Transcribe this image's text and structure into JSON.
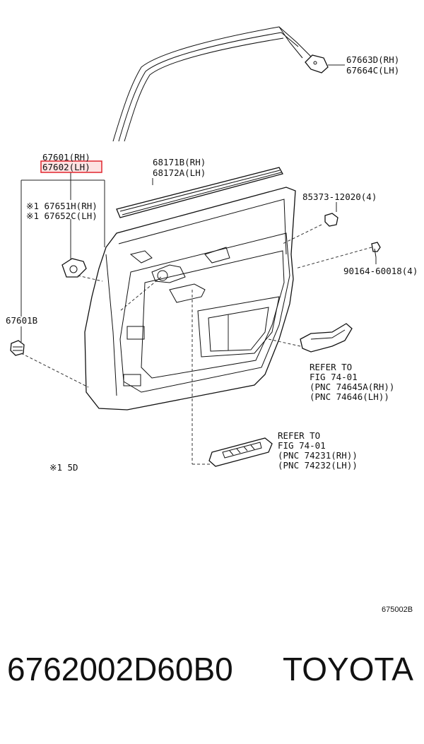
{
  "labels": {
    "p67663d": "67663D(RH)",
    "p67664c": "67664C(LH)",
    "p67601": "67601(RH)",
    "p67602": "67602(LH)",
    "p68171b": "68171B(RH)",
    "p68172a": "68172A(LH)",
    "p85373": "85373-12020(4)",
    "p67651h": "※1 67651H(RH)",
    "p67652c": "※1 67652C(LH)",
    "p90164": "90164-60018(4)",
    "p67601b": "67601B",
    "ref1_line1": "REFER TO",
    "ref1_line2": "FIG 74-01",
    "ref1_line3": "(PNC 74645A(RH))",
    "ref1_line4": "(PNC 74646(LH))",
    "ref2_line1": "REFER TO",
    "ref2_line2": "FIG 74-01",
    "ref2_line3": "(PNC 74231(RH))",
    "ref2_line4": "(PNC 74232(LH))",
    "note": "※1 5D",
    "figure_code": "675002B"
  },
  "footer": {
    "part_number": "6762002D60B0",
    "brand": "TOYOTA"
  },
  "colors": {
    "highlight": "#e0262e",
    "highlight_fill": "#fde2e2"
  }
}
